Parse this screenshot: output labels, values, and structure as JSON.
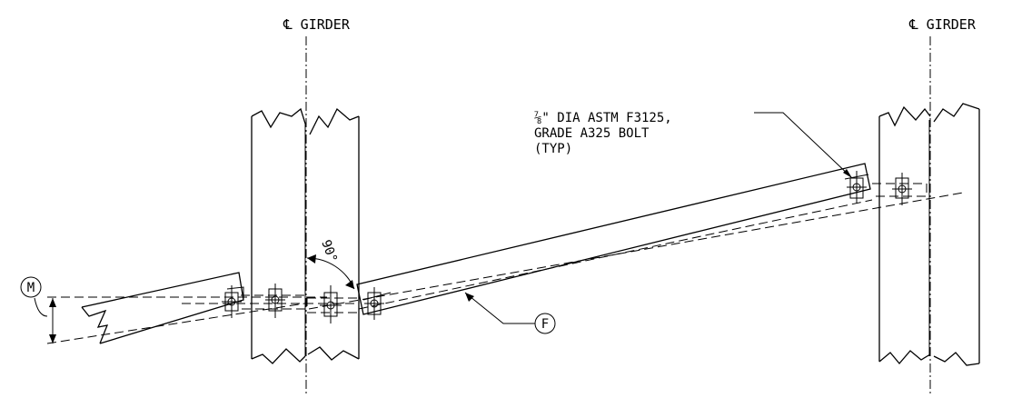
{
  "girder_label_left": "℄ GIRDER",
  "girder_label_right": "℄ GIRDER",
  "bolt_note": {
    "line1": "⅞\" DIA ASTM F3125,",
    "line2": "GRADE A325 BOLT",
    "line3": "(TYP)"
  },
  "angle_label": "90°",
  "callout_m": "M",
  "callout_f": "F"
}
